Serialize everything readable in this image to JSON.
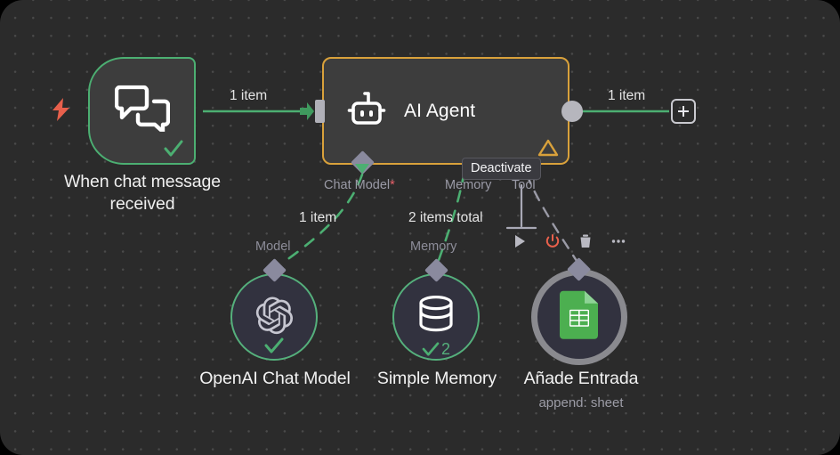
{
  "canvas": {
    "background_color": "#2b2b2b",
    "grid_dot_color": "#4a4a4a",
    "outer_color": "#000000"
  },
  "nodes": [
    {
      "id": "trigger",
      "title": "When chat message received",
      "icon": "chat-bubbles-icon",
      "status": "success",
      "border_color": "#4caf72",
      "badge": "check"
    },
    {
      "id": "ai-agent",
      "title": "AI Agent",
      "icon": "robot-icon",
      "status": "warning",
      "border_color": "#d9a13b",
      "badge": "warning-triangle"
    },
    {
      "id": "openai-chat-model",
      "title": "OpenAI Chat Model",
      "icon": "openai-logo-icon",
      "status": "success",
      "border_color": "#55b07c",
      "badge": "check"
    },
    {
      "id": "simple-memory",
      "title": "Simple Memory",
      "icon": "database-icon",
      "status": "success",
      "border_color": "#55b07c",
      "badge": "check",
      "badge_count": "2"
    },
    {
      "id": "anade-entrada",
      "title": "Añade Entrada",
      "subtitle": "append: sheet",
      "icon": "google-sheets-icon",
      "status": "hover",
      "border_color": "#8a8a8f"
    }
  ],
  "trigger": {
    "label_line1": "When chat message",
    "label_line2": "received",
    "bolt_icon": "lightning-bolt-icon",
    "bolt_color": "#e8604c"
  },
  "agent": {
    "title": "AI Agent",
    "warning_color": "#d9a13b"
  },
  "edges": {
    "trigger_to_agent_items": "1 item",
    "agent_output_items": "1 item",
    "model_items": "1 item",
    "memory_items": "2 items total"
  },
  "ports": {
    "chat_model": "Chat Model",
    "chat_model_required_marker": "*",
    "memory": "Memory",
    "tool": "Tool",
    "model_conn": "Model",
    "memory_conn": "Memory"
  },
  "labels": {
    "openai": "OpenAI Chat Model",
    "memory": "Simple Memory",
    "sheets": "Añade Entrada",
    "sheets_sub": "append: sheet",
    "memory_count": "2"
  },
  "tooltip": {
    "text": "Deactivate"
  },
  "toolbar": {
    "items": [
      {
        "name": "play-icon",
        "label": "Execute step",
        "color": "#b9b9c2"
      },
      {
        "name": "power-icon",
        "label": "Deactivate",
        "color": "#e8604c"
      },
      {
        "name": "trash-icon",
        "label": "Delete",
        "color": "#b9b9c2"
      },
      {
        "name": "ellipsis-icon",
        "label": "More options",
        "color": "#b9b9c2"
      }
    ]
  },
  "add_button": {
    "icon": "plus-icon",
    "label": "Add node"
  }
}
